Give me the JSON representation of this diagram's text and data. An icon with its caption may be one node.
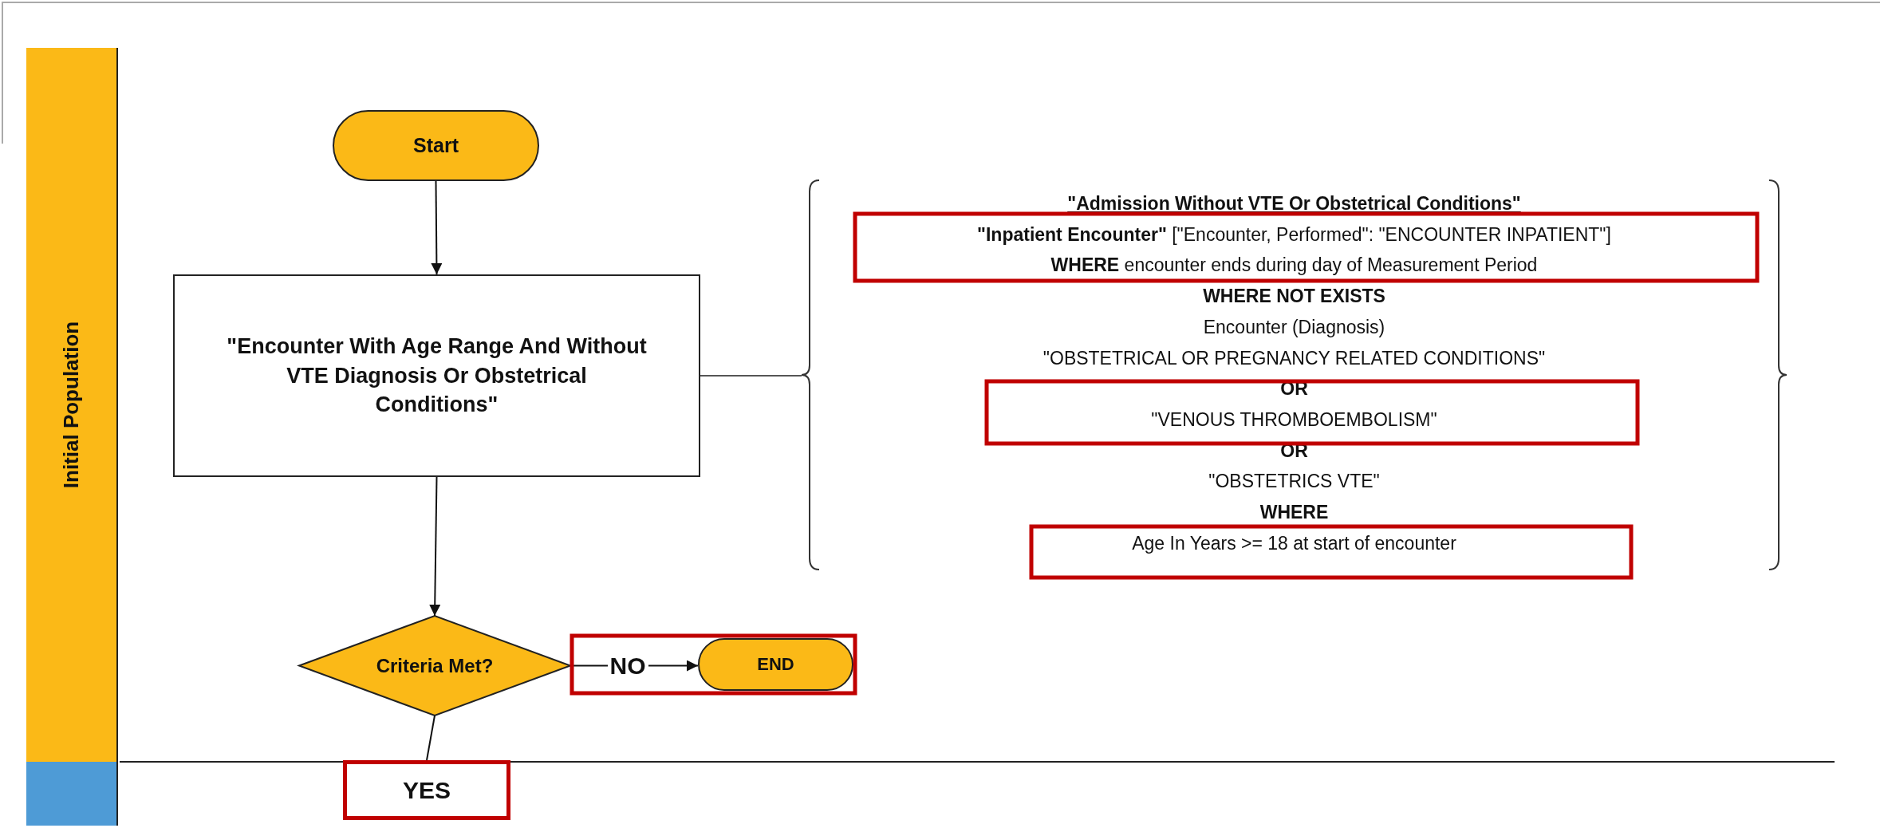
{
  "diagram": {
    "nodes": [
      {
        "text": [
          "Initial Population"
        ]
      },
      {
        "text": [],
        "shape": "box"
      },
      {
        "text": [
          "Start"
        ]
      },
      {
        "text": [
          "\"Encounter With Age Range And Without VTE Diagnosis Or Obstetrical Conditions\""
        ]
      },
      {
        "text": [
          "\"Admission Without VTE Or Obstetrical Conditions\"",
          "**\"Inpatient Encounter\"** [\"Encounter, Performed\": \"ENCOUNTER INPATIENT\"]",
          "**WHERE** encounter ends during day of Measurement Period",
          "WHERE NOT EXISTS",
          "Encounter (Diagnosis)",
          "\"OBSTETRICAL OR PREGNANCY RELATED CONDITIONS\"",
          "OR",
          "\"VENOUS THROMBOEMBOLISM\"",
          "OR",
          "\"OBSTETRICS VTE\"",
          "WHERE",
          "Age In Years >= 18 at start of encounter"
        ]
      },
      {
        "text": [
          "Criteria Met?"
        ]
      },
      {
        "text": [
          "END"
        ]
      },
      {
        "text": [
          "YES"
        ]
      }
    ],
    "edges": [
      {
        "from": 2,
        "to": 3,
        "arrow": "to"
      },
      {
        "from": 3,
        "to": 5,
        "arrow": "to"
      },
      {
        "from": 3,
        "to": 4,
        "arrow": "none"
      },
      {
        "from": 5,
        "to": 6,
        "arrow": "to",
        "label": "NO"
      },
      {
        "from": 5,
        "to": 7,
        "arrow": "none"
      }
    ]
  }
}
